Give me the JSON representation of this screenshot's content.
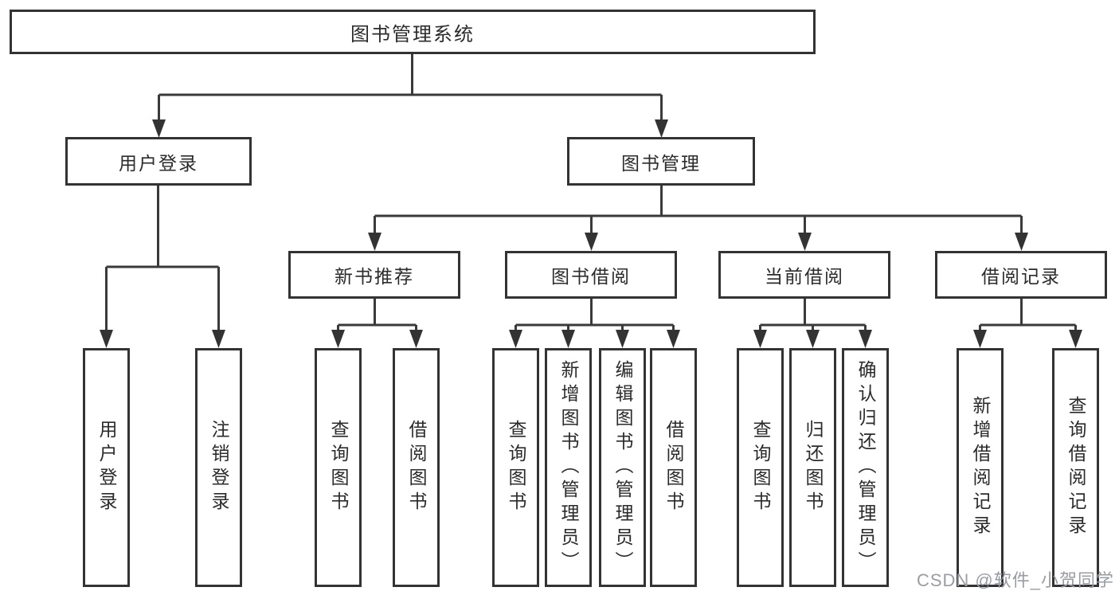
{
  "diagram": {
    "root": {
      "label": "图书管理系统",
      "children": [
        {
          "label": "用户登录",
          "children": [
            {
              "label": "用户登录"
            },
            {
              "label": "注销登录"
            }
          ]
        },
        {
          "label": "图书管理",
          "children": [
            {
              "label": "新书推荐",
              "children": [
                {
                  "label": "查询图书"
                },
                {
                  "label": "借阅图书"
                }
              ]
            },
            {
              "label": "图书借阅",
              "children": [
                {
                  "label": "查询图书"
                },
                {
                  "label": "新增图书（管理员）"
                },
                {
                  "label": "编辑图书（管理员）"
                },
                {
                  "label": "借阅图书"
                }
              ]
            },
            {
              "label": "当前借阅",
              "children": [
                {
                  "label": "查询图书"
                },
                {
                  "label": "归还图书"
                },
                {
                  "label": "确认归还（管理员）"
                }
              ]
            },
            {
              "label": "借阅记录",
              "children": [
                {
                  "label": "新增借阅记录"
                },
                {
                  "label": "查询借阅记录"
                }
              ]
            }
          ]
        }
      ]
    }
  },
  "watermark": {
    "text": "CSDN @软件_小贺同学"
  },
  "colors": {
    "line": "#3a3a3a",
    "border": "#333333",
    "text": "#2b2b2b",
    "background": "#ffffff",
    "watermark": "#999da3"
  }
}
